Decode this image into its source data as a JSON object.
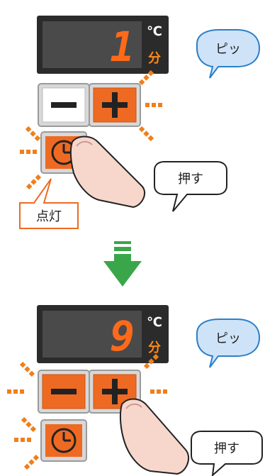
{
  "step1": {
    "display_value": "1",
    "unit_celsius": "℃",
    "unit_minutes": "分",
    "sound": "ピッ",
    "action": "押す",
    "timer_status": "点灯"
  },
  "step2": {
    "display_value": "9",
    "unit_celsius": "℃",
    "unit_minutes": "分",
    "sound": "ピッ",
    "action": "押す"
  },
  "icons": {
    "minus": "minus-icon",
    "plus": "plus-icon",
    "timer": "clock-icon",
    "arrow": "arrow-down-icon",
    "finger": "finger-icon"
  },
  "colors": {
    "display_bg": "#4a4a4a",
    "digit": "#ff6a1a",
    "button_orange": "#ee6a22",
    "button_border": "#9a9a9a",
    "bubble_blue": "#cfe3f8",
    "bubble_border": "#2b7fc9",
    "arrow_green": "#3aa64a",
    "flash": "#f07f1a"
  }
}
